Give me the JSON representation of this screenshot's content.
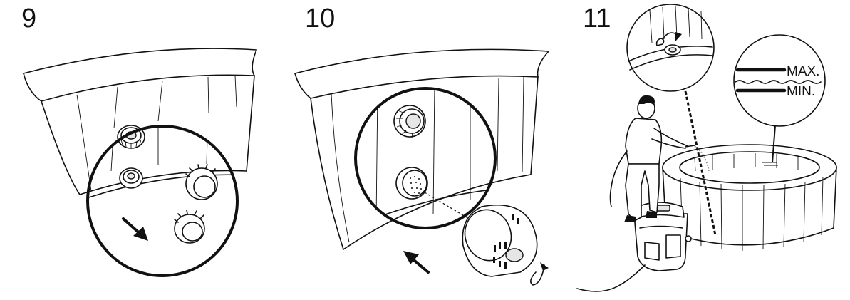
{
  "steps": [
    {
      "number": "9"
    },
    {
      "number": "10"
    },
    {
      "number": "11",
      "level_max": "MAX.",
      "level_min": "MIN."
    }
  ]
}
